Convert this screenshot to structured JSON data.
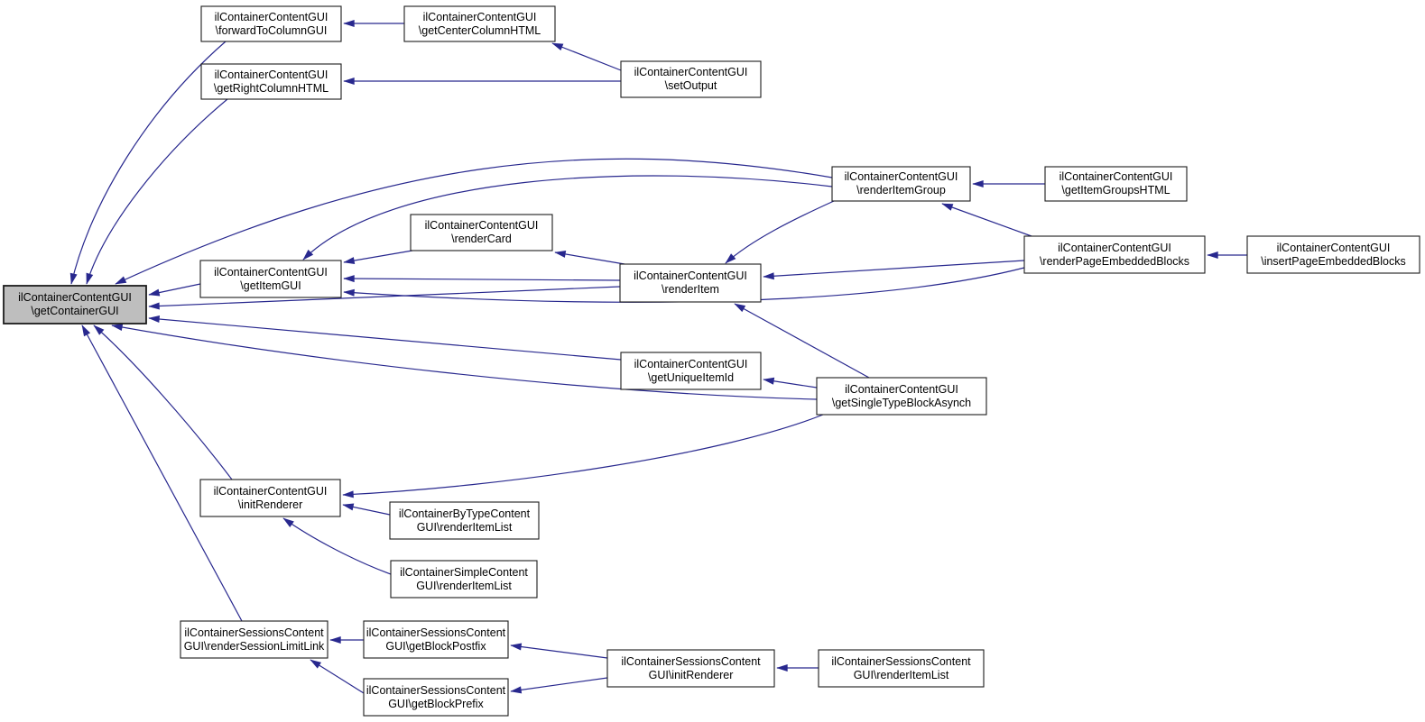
{
  "diagram": {
    "type": "call-graph",
    "background": "#ffffff",
    "colors": {
      "edge": "#28288E",
      "node_border": "#1c1c1c",
      "node_fill": "#ffffff",
      "highlight_fill": "#BEBEBE",
      "text": "#000000"
    },
    "nodes": [
      {
        "id": "getContainerGUI",
        "line1": "ilContainerContentGUI",
        "line2": "\\getContainerGUI",
        "highlighted": true
      },
      {
        "id": "forwardToColumnGUI",
        "line1": "ilContainerContentGUI",
        "line2": "\\forwardToColumnGUI",
        "highlighted": false
      },
      {
        "id": "getCenterColumnHTML",
        "line1": "ilContainerContentGUI",
        "line2": "\\getCenterColumnHTML",
        "highlighted": false
      },
      {
        "id": "getRightColumnHTML",
        "line1": "ilContainerContentGUI",
        "line2": "\\getRightColumnHTML",
        "highlighted": false
      },
      {
        "id": "setOutput",
        "line1": "ilContainerContentGUI",
        "line2": "\\setOutput",
        "highlighted": false
      },
      {
        "id": "renderItemGroup",
        "line1": "ilContainerContentGUI",
        "line2": "\\renderItemGroup",
        "highlighted": false
      },
      {
        "id": "getItemGroupsHTML",
        "line1": "ilContainerContentGUI",
        "line2": "\\getItemGroupsHTML",
        "highlighted": false
      },
      {
        "id": "renderCard",
        "line1": "ilContainerContentGUI",
        "line2": "\\renderCard",
        "highlighted": false
      },
      {
        "id": "renderPageEmbeddedBlocks",
        "line1": "ilContainerContentGUI",
        "line2": "\\renderPageEmbeddedBlocks",
        "highlighted": false
      },
      {
        "id": "insertPageEmbeddedBlocks",
        "line1": "ilContainerContentGUI",
        "line2": "\\insertPageEmbeddedBlocks",
        "highlighted": false
      },
      {
        "id": "renderItem",
        "line1": "ilContainerContentGUI",
        "line2": "\\renderItem",
        "highlighted": false
      },
      {
        "id": "getItemGUI",
        "line1": "ilContainerContentGUI",
        "line2": "\\getItemGUI",
        "highlighted": false
      },
      {
        "id": "getUniqueItemId",
        "line1": "ilContainerContentGUI",
        "line2": "\\getUniqueItemId",
        "highlighted": false
      },
      {
        "id": "getSingleTypeBlockAsynch",
        "line1": "ilContainerContentGUI",
        "line2": "\\getSingleTypeBlockAsynch",
        "highlighted": false
      },
      {
        "id": "initRenderer",
        "line1": "ilContainerContentGUI",
        "line2": "\\initRenderer",
        "highlighted": false
      },
      {
        "id": "byTypeRenderItemList",
        "line1": "ilContainerByTypeContent",
        "line2": "GUI\\renderItemList",
        "highlighted": false
      },
      {
        "id": "simpleRenderItemList",
        "line1": "ilContainerSimpleContent",
        "line2": "GUI\\renderItemList",
        "highlighted": false
      },
      {
        "id": "renderSessionLimitLink",
        "line1": "ilContainerSessionsContent",
        "line2": "GUI\\renderSessionLimitLink",
        "highlighted": false
      },
      {
        "id": "getBlockPostfix",
        "line1": "ilContainerSessionsContent",
        "line2": "GUI\\getBlockPostfix",
        "highlighted": false
      },
      {
        "id": "getBlockPrefix",
        "line1": "ilContainerSessionsContent",
        "line2": "GUI\\getBlockPrefix",
        "highlighted": false
      },
      {
        "id": "sessionsInitRenderer",
        "line1": "ilContainerSessionsContent",
        "line2": "GUI\\initRenderer",
        "highlighted": false
      },
      {
        "id": "sessionsRenderItemList",
        "line1": "ilContainerSessionsContent",
        "line2": "GUI\\renderItemList",
        "highlighted": false
      }
    ],
    "edges": [
      {
        "from": "forwardToColumnGUI",
        "to": "getContainerGUI"
      },
      {
        "from": "getRightColumnHTML",
        "to": "getContainerGUI"
      },
      {
        "from": "renderItemGroup",
        "to": "getContainerGUI"
      },
      {
        "from": "getItemGUI",
        "to": "getContainerGUI"
      },
      {
        "from": "renderItem",
        "to": "getContainerGUI"
      },
      {
        "from": "getUniqueItemId",
        "to": "getContainerGUI"
      },
      {
        "from": "getSingleTypeBlockAsynch",
        "to": "getContainerGUI"
      },
      {
        "from": "initRenderer",
        "to": "getContainerGUI"
      },
      {
        "from": "renderSessionLimitLink",
        "to": "getContainerGUI"
      },
      {
        "from": "getCenterColumnHTML",
        "to": "forwardToColumnGUI"
      },
      {
        "from": "setOutput",
        "to": "getCenterColumnHTML"
      },
      {
        "from": "setOutput",
        "to": "getRightColumnHTML"
      },
      {
        "from": "renderItemGroup",
        "to": "getItemGUI"
      },
      {
        "from": "renderCard",
        "to": "getItemGUI"
      },
      {
        "from": "renderItem",
        "to": "getItemGUI"
      },
      {
        "from": "renderPageEmbeddedBlocks",
        "to": "getItemGUI"
      },
      {
        "from": "renderItem",
        "to": "renderCard"
      },
      {
        "from": "renderItemGroup",
        "to": "renderItem"
      },
      {
        "from": "renderPageEmbeddedBlocks",
        "to": "renderItem"
      },
      {
        "from": "getSingleTypeBlockAsynch",
        "to": "renderItem"
      },
      {
        "from": "getItemGroupsHTML",
        "to": "renderItemGroup"
      },
      {
        "from": "renderPageEmbeddedBlocks",
        "to": "renderItemGroup"
      },
      {
        "from": "insertPageEmbeddedBlocks",
        "to": "renderPageEmbeddedBlocks"
      },
      {
        "from": "getSingleTypeBlockAsynch",
        "to": "getUniqueItemId"
      },
      {
        "from": "getSingleTypeBlockAsynch",
        "to": "initRenderer"
      },
      {
        "from": "byTypeRenderItemList",
        "to": "initRenderer"
      },
      {
        "from": "simpleRenderItemList",
        "to": "initRenderer"
      },
      {
        "from": "getBlockPostfix",
        "to": "renderSessionLimitLink"
      },
      {
        "from": "getBlockPrefix",
        "to": "renderSessionLimitLink"
      },
      {
        "from": "sessionsInitRenderer",
        "to": "getBlockPostfix"
      },
      {
        "from": "sessionsInitRenderer",
        "to": "getBlockPrefix"
      },
      {
        "from": "sessionsRenderItemList",
        "to": "sessionsInitRenderer"
      }
    ]
  }
}
